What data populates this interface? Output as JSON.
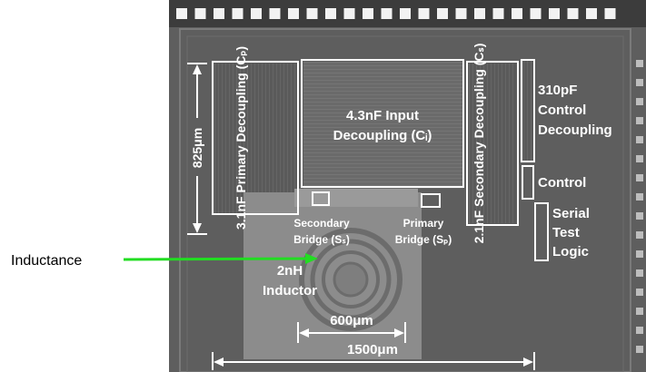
{
  "callout": {
    "label": "Inductance",
    "arrow_color": "#22dd22"
  },
  "blocks": {
    "primary_decoupling": "3.1nF Primary Decoupling (Cₚ)",
    "input_decoupling_line1": "4.3nF Input",
    "input_decoupling_line2": "Decoupling (Cᵢ)",
    "secondary_decoupling": "2.1nF Secondary Decoupling (Cₛ)",
    "control_decoupling": [
      "310pF",
      "Control",
      "Decoupling"
    ],
    "control": "Control",
    "serial_test_logic": [
      "Serial",
      "Test",
      "Logic"
    ],
    "secondary_bridge": [
      "Secondary",
      "Bridge (Sₛ)"
    ],
    "primary_bridge": [
      "Primary",
      "Bridge (Sₚ)"
    ],
    "inductor": [
      "2nH",
      "Inductor"
    ]
  },
  "dimensions": {
    "height": "825μm",
    "inductor_width": "600μm",
    "chip_width": "1500μm"
  },
  "colors": {
    "annotation": "#ffffff",
    "die_background": "#5e5e5e",
    "pad": "#f2f2f2"
  }
}
